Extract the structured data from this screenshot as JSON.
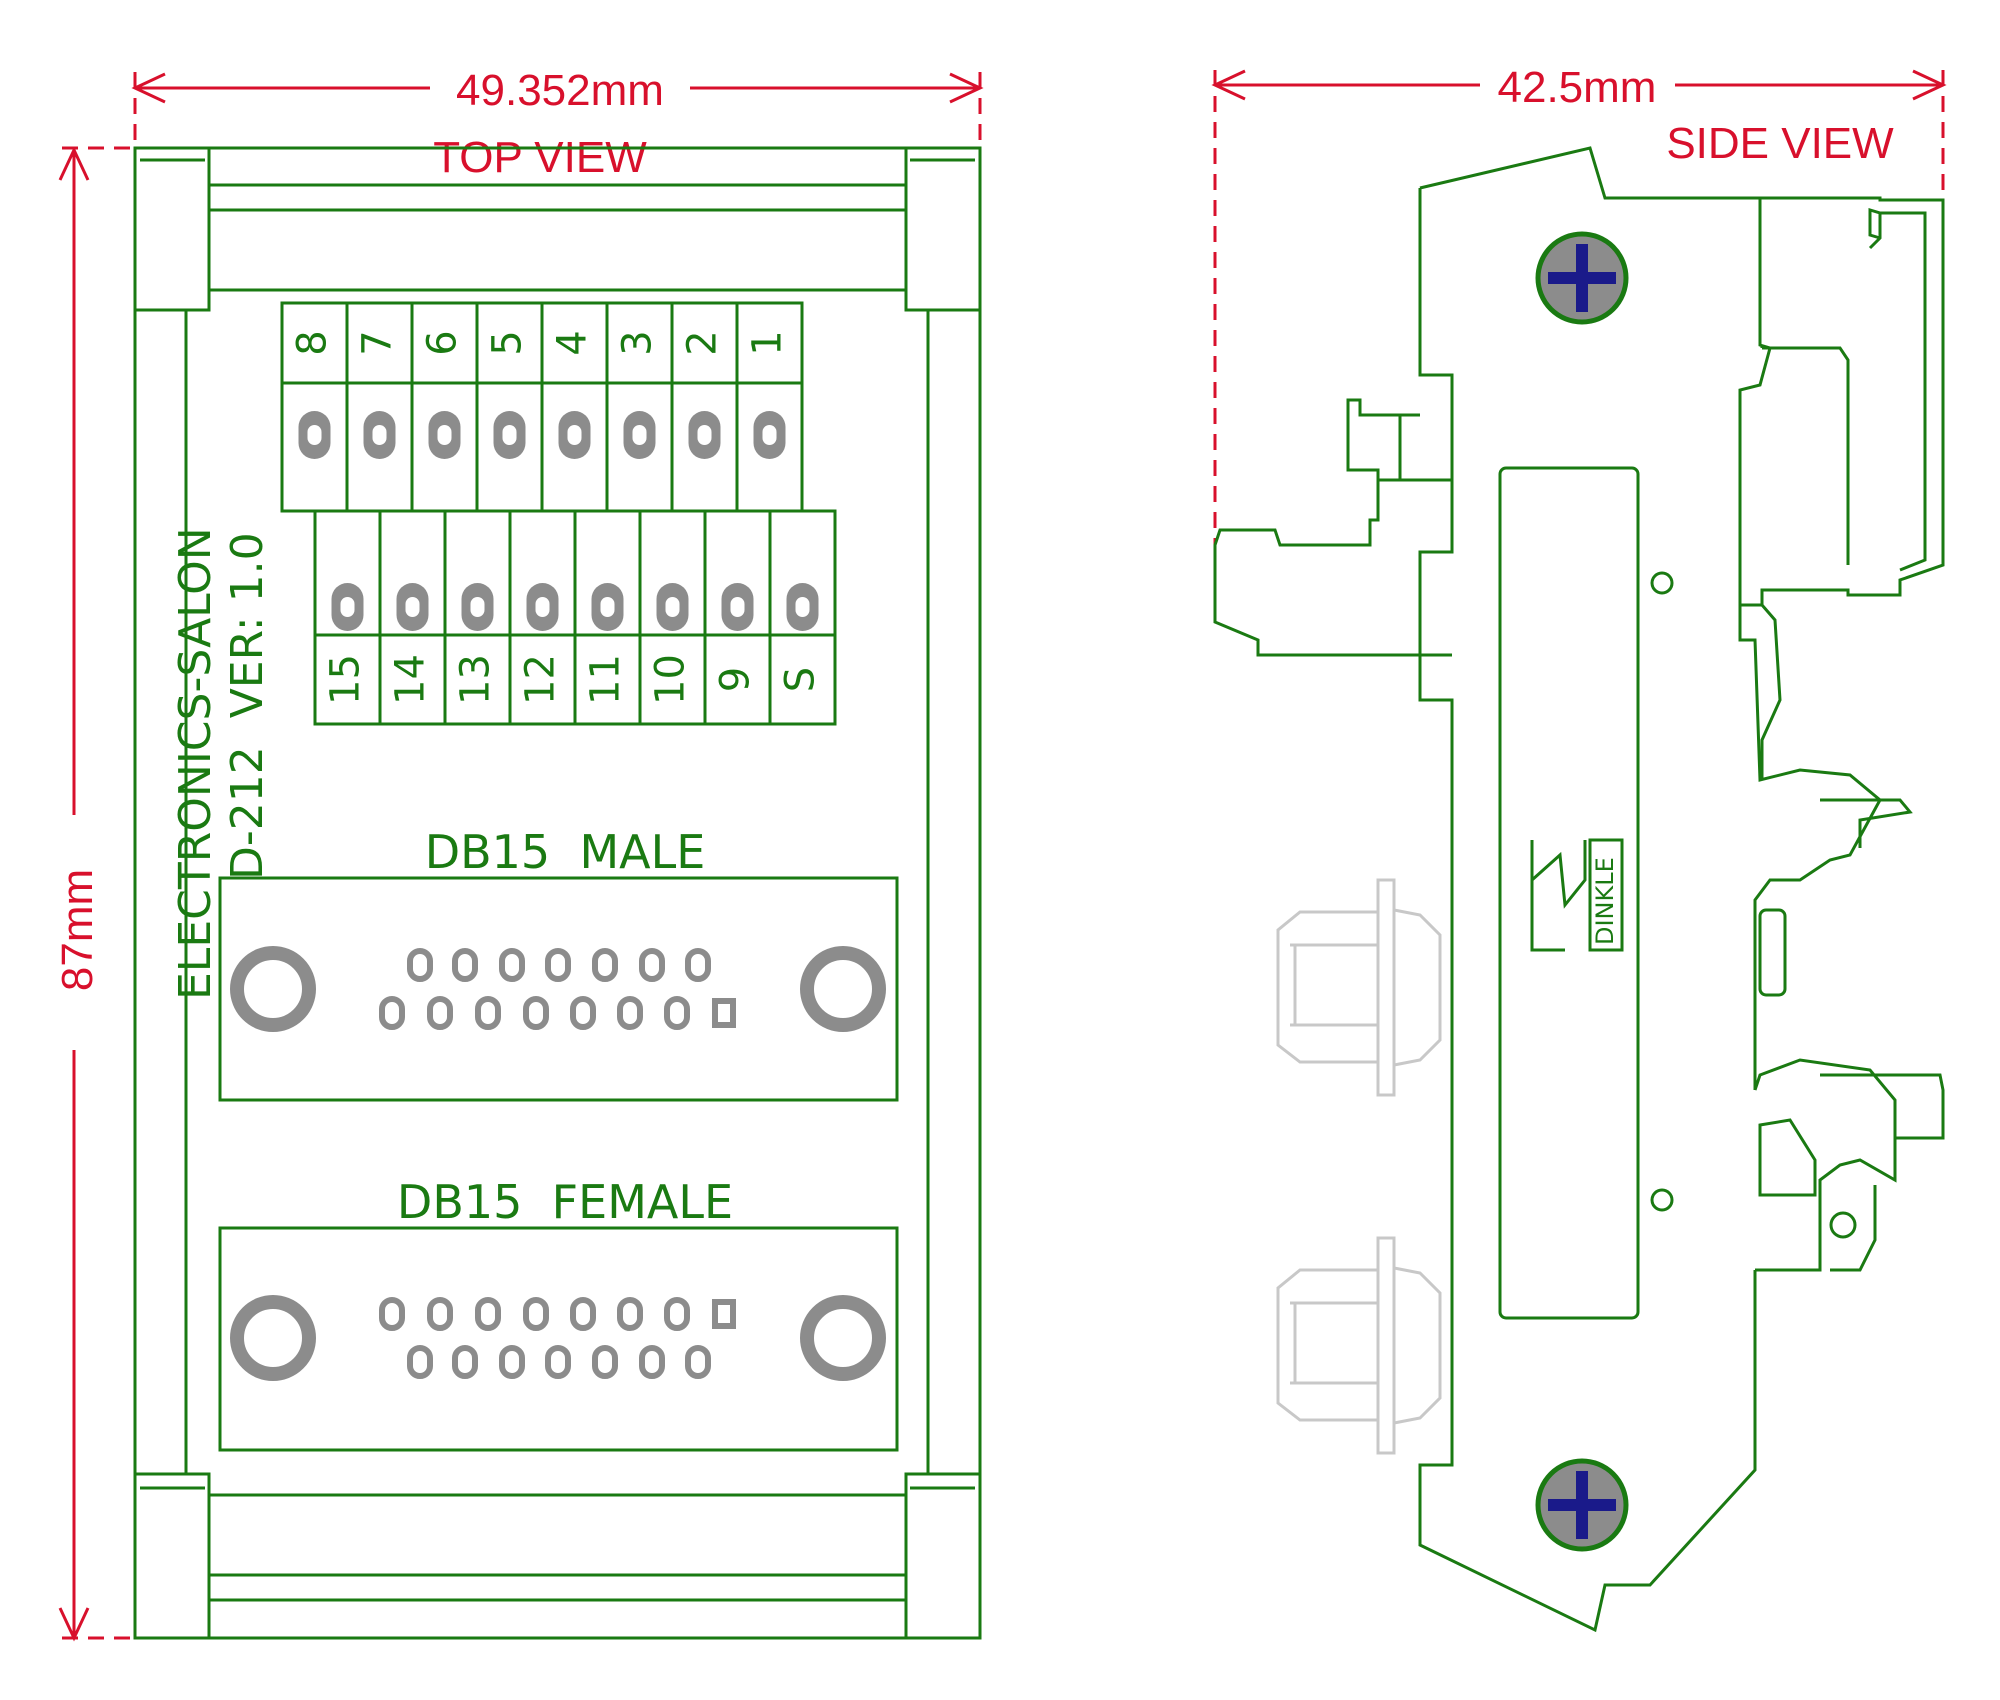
{
  "dimensions": {
    "top_width": "49.352mm",
    "height": "87mm",
    "side_width": "42.5mm"
  },
  "top_view": {
    "title": "TOP VIEW",
    "board_text_line1": "ELECTRONICS-SALON",
    "board_text_line2": "D-212  VER: 1.0",
    "terminals_top": [
      "8",
      "7",
      "6",
      "5",
      "4",
      "3",
      "2",
      "1"
    ],
    "terminals_bottom": [
      "15",
      "14",
      "13",
      "12",
      "11",
      "10",
      "9",
      "S"
    ],
    "male_label": "DB15  MALE",
    "female_label": "DB15  FEMALE"
  },
  "side_view": {
    "title": "SIDE VIEW",
    "brand": "DINKLE"
  },
  "colors": {
    "outline": "#1a7a12",
    "dimension": "#d8102c",
    "pin": "#8c8c8c",
    "screw": "#1a1a8a"
  }
}
